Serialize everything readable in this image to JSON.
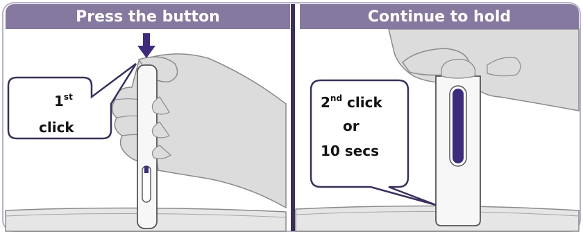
{
  "panels": [
    {
      "title": "Press the button",
      "callout": {
        "line1_main": "1",
        "line1_sup": "st",
        "line2": "click"
      }
    },
    {
      "title": "Continue to hold",
      "callout": {
        "line1_main": "2",
        "line1_sup": "nd",
        "line1_rest": " click",
        "line2": "or",
        "line3": "10 secs"
      }
    }
  ],
  "colors": {
    "header": "#86799f",
    "frame": "#3b2f5a",
    "pen_window": "#3c2c7a",
    "arrow": "#3c2c7a",
    "skin": "#dcdcdc",
    "skin_outline": "#8a8a8a"
  }
}
